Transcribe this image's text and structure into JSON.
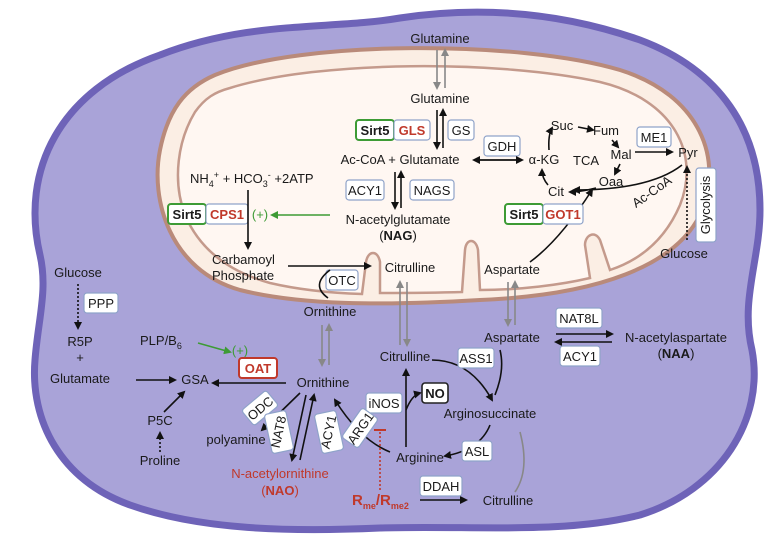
{
  "cell": {
    "glutamine_top": "Glutamine",
    "glucose_left": "Glucose",
    "ppp": "PPP",
    "r5p": "R5P",
    "plus": "+",
    "glutamate": "Glutamate",
    "plp": "PLP/B",
    "plp_sub": "6",
    "plus_sign": "(+)",
    "oat": "OAT",
    "gsa": "GSA",
    "ornithine": "Ornithine",
    "p5c": "P5C",
    "proline": "Proline",
    "odc": "ODC",
    "polyamine": "polyamine",
    "nat8": "NAT8",
    "acy1_b": "ACY1",
    "nao_name": "N-acetylornithine",
    "nao_abbr": "NAO",
    "citrulline_mid": "Citrulline",
    "inos": "iNOS",
    "no": "NO",
    "arg1": "ARG1",
    "arginine": "Arginine",
    "argsucc": "Arginosuccinate",
    "asl": "ASL",
    "ass1": "ASS1",
    "aspartate": "Aspartate",
    "nat8l": "NAT8L",
    "naa_name": "N-acetylaspartate",
    "naa_abbr": "NAA",
    "acy1_c": "ACY1",
    "rme": "R",
    "rme_sub1": "me",
    "rme_slash": "/R",
    "rme_sub2": "me2",
    "ddah": "DDAH",
    "citrulline_low": "Citrulline",
    "pyr": "Pyr",
    "me1": "ME1",
    "glycolysis": "Glycolysis",
    "glucose_right": "Glucose",
    "ac_coa_right": "Ac-CoA"
  },
  "mito": {
    "glutamine": "Glutamine",
    "gs": "GS",
    "sirt5_a": "Sirt5",
    "gls": "GLS",
    "acoa_glutamate": "Ac-CoA + Glutamate",
    "gdh": "GDH",
    "akg": "α-KG",
    "suc": "Suc",
    "fum": "Fum",
    "mal": "Mal",
    "tca": "TCA",
    "oaa": "Oaa",
    "cit": "Cit",
    "nh4": "NH",
    "nh4_sub": "4",
    "nh4_sup": "+",
    "hco3_rest": "+ HCO",
    "hco3_sub": "3",
    "hco3_sup": "-",
    "atp": "+2ATP",
    "acy1": "ACY1",
    "nags": "NAGS",
    "sirt5_b": "Sirt5",
    "cps1": "CPS1",
    "plus_sign": "(+)",
    "nag_name": "N-acetylglutamate",
    "nag_abbr": "NAG",
    "sirt5_c": "Sirt5",
    "got1": "GOT1",
    "carbamoyl_1": "Carbamoyl",
    "carbamoyl_2": "Phosphate",
    "otc": "OTC",
    "citrulline": "Citrulline",
    "ornithine": "Ornithine",
    "aspartate": "Aspartate"
  },
  "colors": {
    "cytoplasm": "#a9a3d8",
    "cell_border": "#6e63b8",
    "mito_outer": "#fbeee4",
    "mito_border": "#b98a7a",
    "red": "#c0392b",
    "green": "#3d9b35"
  }
}
